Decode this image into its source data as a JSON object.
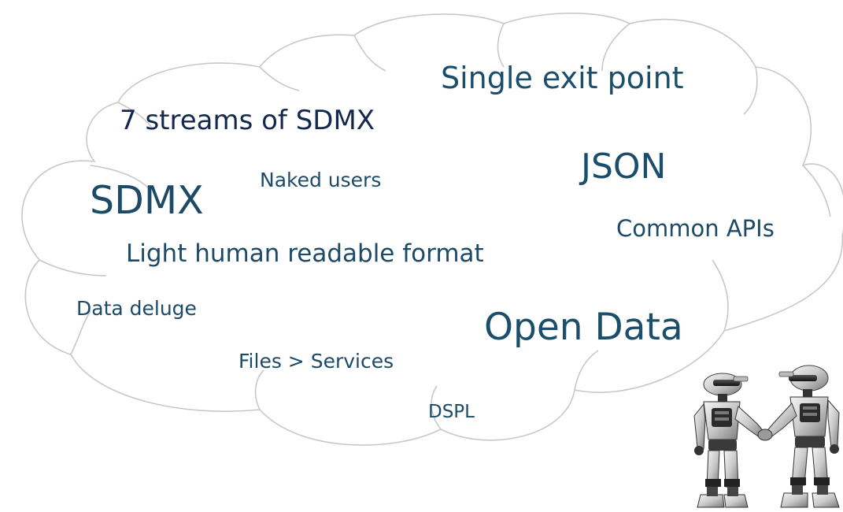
{
  "cloud_words": {
    "single_exit_point": "Single exit point",
    "seven_streams": "7 streams of SDMX",
    "json": "JSON",
    "naked_users": "Naked users",
    "sdmx": "SDMX",
    "common_apis": "Common APIs",
    "light_format": "Light human readable format",
    "data_deluge": "Data deluge",
    "open_data": "Open Data",
    "files_services": "Files > Services",
    "dspl": "DSPL"
  },
  "colors": {
    "text_primary": "#1d4a66",
    "text_dark": "#12284f",
    "cloud_outline": "#c9c9c9",
    "background": "#ffffff"
  },
  "illustration": {
    "icon": "robots-handshake-icon"
  }
}
